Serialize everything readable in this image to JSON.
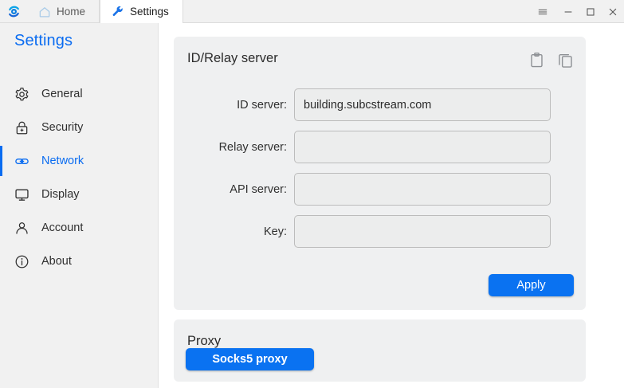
{
  "window": {
    "logo_icon": "rustdesk-logo-icon",
    "tabs": [
      {
        "label": "Home",
        "icon": "home-icon",
        "active": false
      },
      {
        "label": "Settings",
        "icon": "wrench-icon",
        "active": true
      }
    ],
    "controls": {
      "menu_label": "hamburger-menu-icon",
      "minimize_label": "minimize-icon",
      "maximize_label": "maximize-icon",
      "close_label": "close-icon"
    }
  },
  "sidebar": {
    "title": "Settings",
    "items": [
      {
        "label": "General",
        "icon": "gear-icon",
        "selected": false
      },
      {
        "label": "Security",
        "icon": "lock-icon",
        "selected": false
      },
      {
        "label": "Network",
        "icon": "link-icon",
        "selected": true
      },
      {
        "label": "Display",
        "icon": "monitor-icon",
        "selected": false
      },
      {
        "label": "Account",
        "icon": "person-icon",
        "selected": false
      },
      {
        "label": "About",
        "icon": "info-icon",
        "selected": false
      }
    ]
  },
  "main": {
    "id_relay_card": {
      "title": "ID/Relay server",
      "actions": [
        {
          "name": "paste-button",
          "icon": "clipboard-icon"
        },
        {
          "name": "copy-button",
          "icon": "copy-icon"
        }
      ],
      "fields": [
        {
          "label": "ID server:",
          "value": "building.subcstream.com",
          "placeholder": ""
        },
        {
          "label": "Relay server:",
          "value": "",
          "placeholder": ""
        },
        {
          "label": "API server:",
          "value": "",
          "placeholder": ""
        },
        {
          "label": "Key:",
          "value": "",
          "placeholder": ""
        }
      ],
      "apply_label": "Apply"
    },
    "proxy_card": {
      "title": "Proxy",
      "socks5_label": "Socks5 proxy"
    }
  },
  "colors": {
    "accent": "#0a6cf1",
    "button_blue": "#0a72f1",
    "card_bg": "#eff0f1",
    "sidebar_bg": "#f1f1f1",
    "titlebar_bg": "#f1f1f1",
    "text": "#303030"
  }
}
